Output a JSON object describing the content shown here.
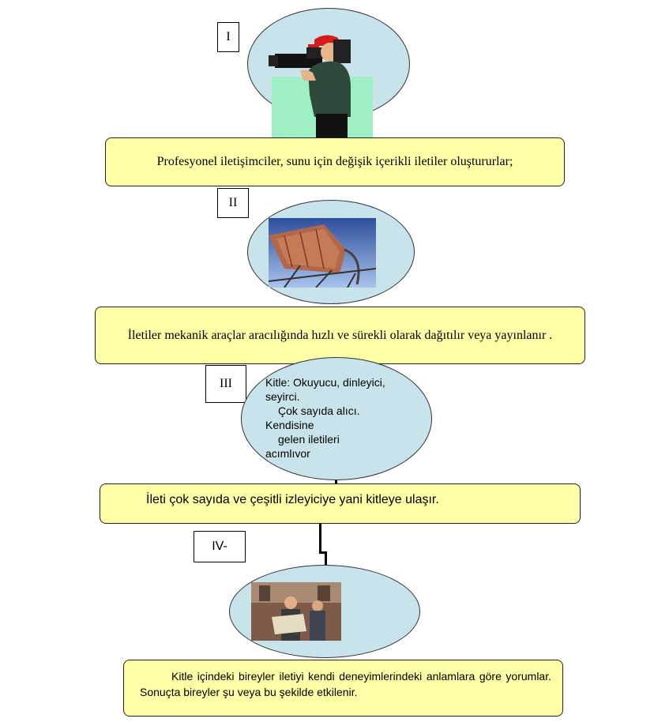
{
  "steps": [
    {
      "label": "I",
      "text": "Profesyonel iletişimciler, sunu için değişik içerikli iletiler oluştururlar;",
      "image": "cameraman-icon"
    },
    {
      "label": "II",
      "text": "İletiler mekanik araçlar aracılığında hızlı ve sürekli olarak dağıtılır veya yayınlanır .",
      "image": "satellite-dish-icon"
    },
    {
      "label": "III",
      "bubble_lines": [
        "Kitle: Okuyucu, dinleyici,",
        "seyirci.",
        "Çok sayıda alıcı.",
        "Kendisine",
        "gelen iletileri",
        "açımlıyor"
      ],
      "text": "İleti çok sayıda ve çeşitli izleyiciye yani kitleye ulaşır."
    },
    {
      "label": "IV-",
      "text": "Kitle içindeki bireyler iletiyi kendi deneyimlerindeki anlamlara göre yorumlar. Sonuçta bireyler şu veya bu şekilde etkilenir.",
      "image": "people-reading-newspaper-icon"
    }
  ],
  "colors": {
    "oval_fill": "#c8e4ea",
    "box_fill": "#ffffa8"
  }
}
